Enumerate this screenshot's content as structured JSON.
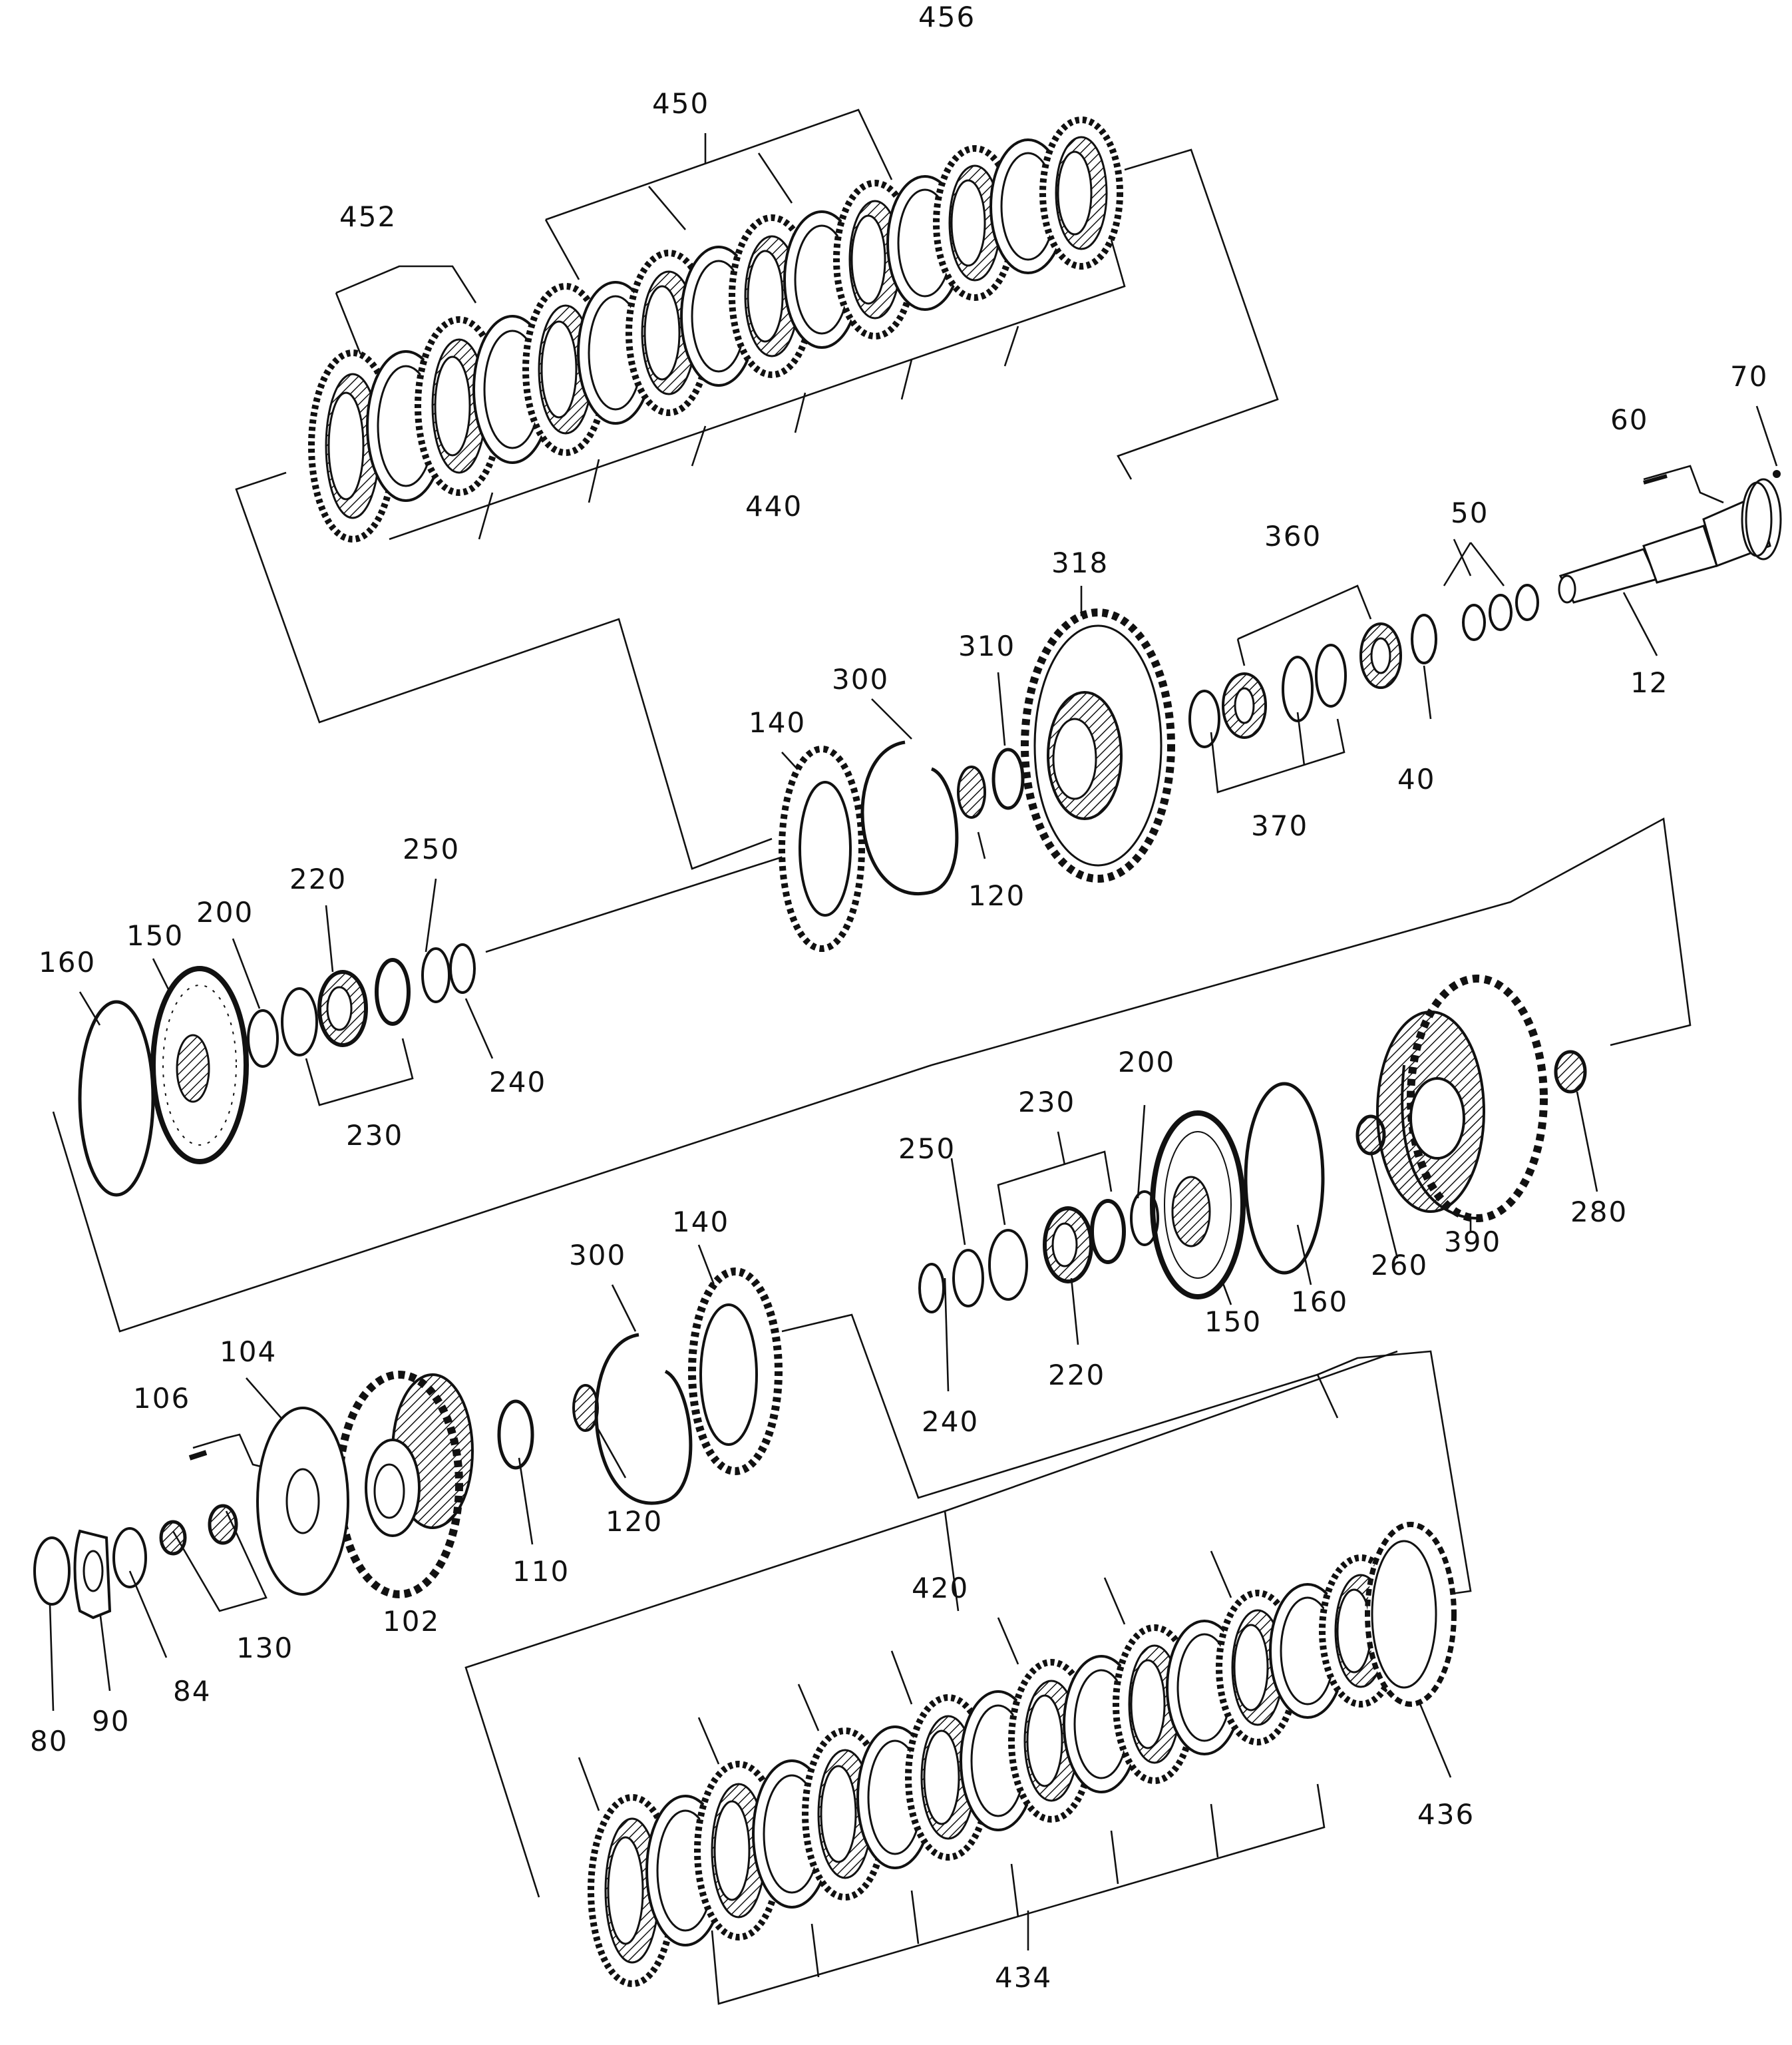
{
  "diagram": {
    "ink_color": "#111111",
    "background": "#ffffff",
    "callouts": {
      "p456": "456",
      "p450": "450",
      "p452": "452",
      "p440": "440",
      "p70": "70",
      "p60": "60",
      "p12": "12",
      "p50": "50",
      "p40": "40",
      "p360": "360",
      "p370": "370",
      "p318": "318",
      "p310": "310",
      "p300a": "300",
      "p140a": "140",
      "p120a": "120",
      "p160a": "160",
      "p150a": "150",
      "p200a": "200",
      "p220a": "220",
      "p250a": "250",
      "p240a": "240",
      "p230a": "230",
      "p280": "280",
      "p260": "260",
      "p390": "390",
      "p200b": "200",
      "p230b": "230",
      "p250b": "250",
      "p220b": "220",
      "p240b": "240",
      "p150b": "150",
      "p160b": "160",
      "p300b": "300",
      "p140b": "140",
      "p120b": "120",
      "p110": "110",
      "p106": "106",
      "p104": "104",
      "p102": "102",
      "p130": "130",
      "p84": "84",
      "p90": "90",
      "p80": "80",
      "p420": "420",
      "p434": "434",
      "p436": "436"
    },
    "parts": {
      "friction_disc": "clutch friction disc (toothed)",
      "steel_plate": "clutch steel separator plate",
      "snap_ring": "snap ring",
      "gear": "spur gear / hub",
      "bearing": "needle roller bearing",
      "shaft": "input shaft",
      "piston": "clutch piston",
      "spring": "return spring assembly",
      "drum": "clutch drum"
    }
  }
}
